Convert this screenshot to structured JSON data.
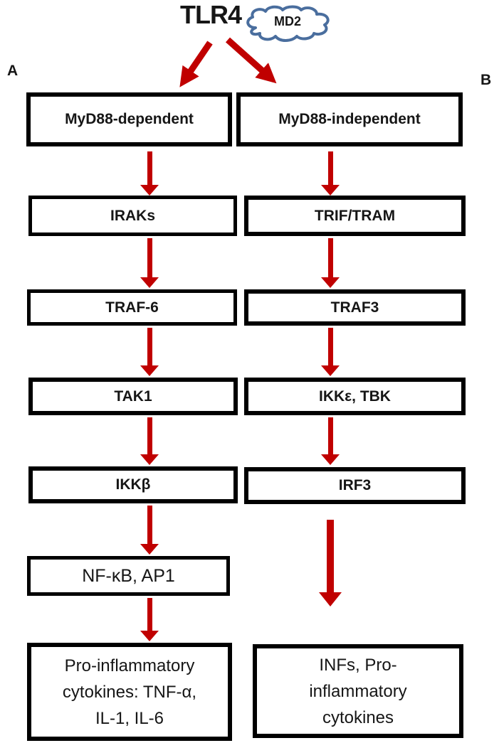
{
  "header": {
    "receptor": "TLR4",
    "coreceptor": "MD2"
  },
  "panel_labels": {
    "left": "A",
    "right": "B"
  },
  "colors": {
    "arrow_red": "#c00000",
    "box_border": "#000000",
    "cloud_blue": "#4a6e9e",
    "text_black": "#161616"
  },
  "left_pathway": {
    "panel": "A",
    "branch": "MyD88-dependent",
    "nodes": {
      "n1": "MyD88-dependent",
      "n2": "IRAKs",
      "n3": "TRAF-6",
      "n4": "TAK1",
      "n5": "IKKβ",
      "n6": "NF-κB, AP1"
    },
    "output_lines": [
      "Pro-inflammatory",
      "cytokines: TNF-α,",
      "IL-1, IL-6"
    ]
  },
  "right_pathway": {
    "panel": "B",
    "branch": "MyD88-independent",
    "nodes": {
      "n1": "MyD88-independent",
      "n2": "TRIF/TRAM",
      "n3": "TRAF3",
      "n4": "IKKε, TBK",
      "n5": "IRF3"
    },
    "output_lines": [
      "INFs, Pro-",
      "inflammatory",
      "cytokines"
    ]
  }
}
